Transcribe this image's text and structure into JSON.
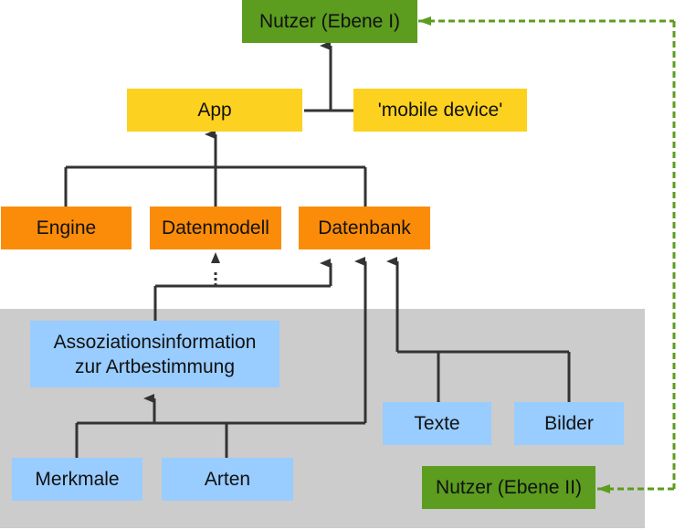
{
  "colors": {
    "user": "#5c9c1e",
    "app": "#fdd11f",
    "component": "#fb8c09",
    "content": "#99ccff",
    "panel": "#cccccc",
    "connector": "#333333",
    "dashed_link": "#5c9c1e"
  },
  "nodes": {
    "nutzer_ebene_1": "Nutzer (Ebene I)",
    "app": "App",
    "mobile_device": "'mobile device'",
    "engine": "Engine",
    "datenmodell": "Datenmodell",
    "datenbank": "Datenbank",
    "assoziation_line1": "Assoziationsinformation",
    "assoziation_line2": "zur Artbestimmung",
    "texte": "Texte",
    "bilder": "Bilder",
    "merkmale": "Merkmale",
    "arten": "Arten",
    "nutzer_ebene_2": "Nutzer (Ebene II)"
  }
}
